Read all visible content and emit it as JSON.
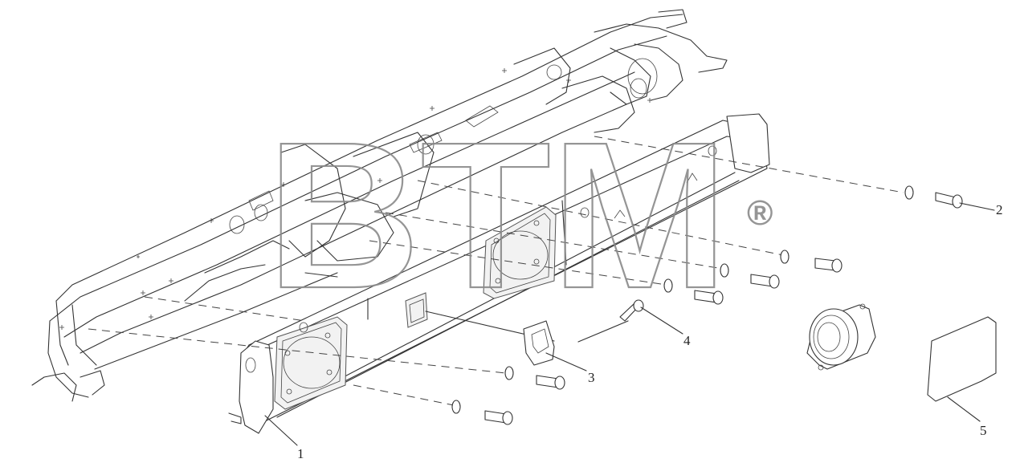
{
  "diagram": {
    "callouts": [
      {
        "id": "callout-1",
        "label": "1"
      },
      {
        "id": "callout-2",
        "label": "2"
      },
      {
        "id": "callout-3",
        "label": "3"
      },
      {
        "id": "callout-4",
        "label": "4"
      },
      {
        "id": "callout-5",
        "label": "5"
      }
    ],
    "watermark": {
      "text": "BTM",
      "registered_mark": "®"
    },
    "colors": {
      "line": "#333333",
      "watermark": "#8a8a8a",
      "background": "#ffffff"
    }
  }
}
